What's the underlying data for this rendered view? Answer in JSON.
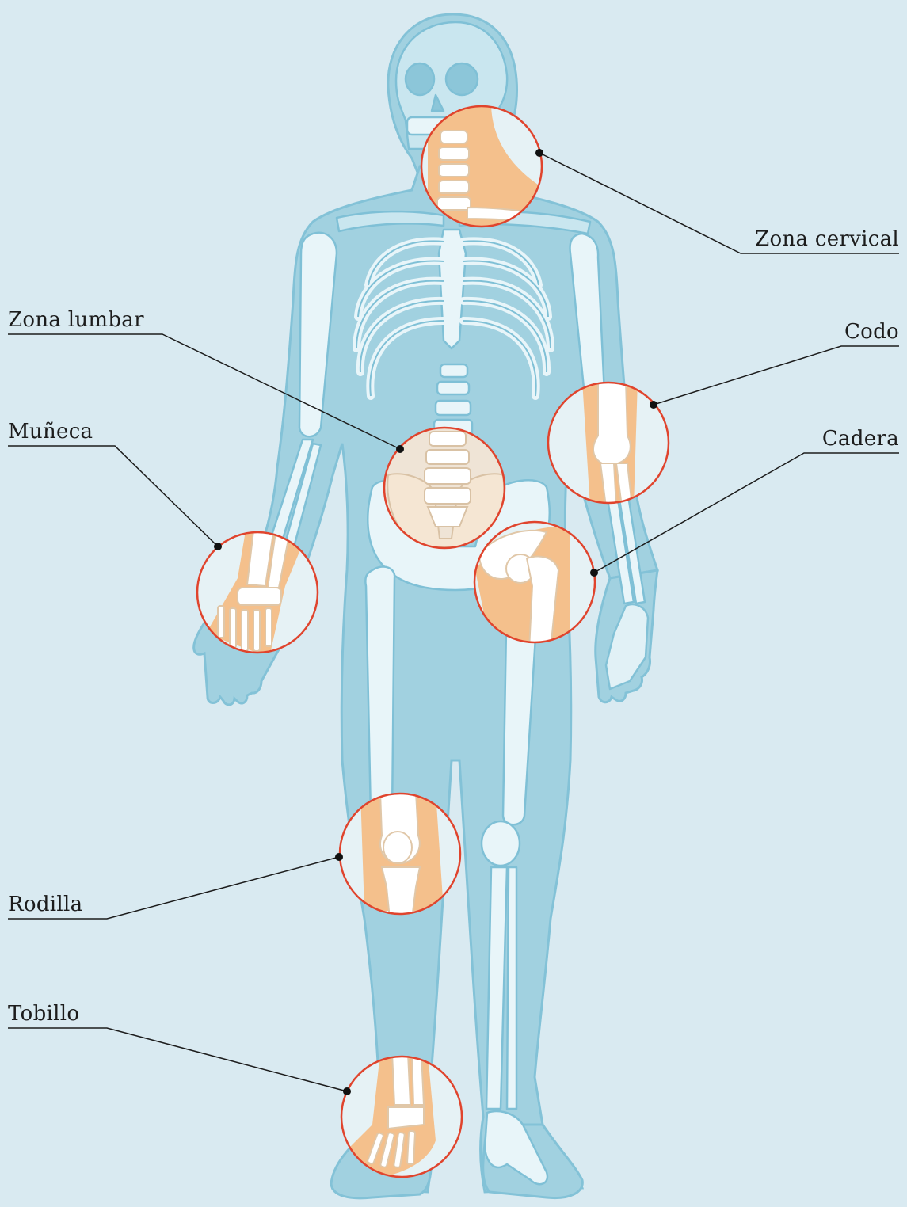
{
  "labels": {
    "cervical": "Zona cervical",
    "lumbar": "Zona lumbar",
    "elbow": "Codo",
    "wrist": "Muñeca",
    "hip": "Cadera",
    "knee": "Rodilla",
    "ankle": "Tobillo"
  },
  "colors": {
    "background": "#d9eaf1",
    "body": "#9fd0e0",
    "bone": "#ffffff",
    "highlight": "#f4c08c",
    "circle": "#e0442d",
    "leader": "#1c1c1c"
  }
}
